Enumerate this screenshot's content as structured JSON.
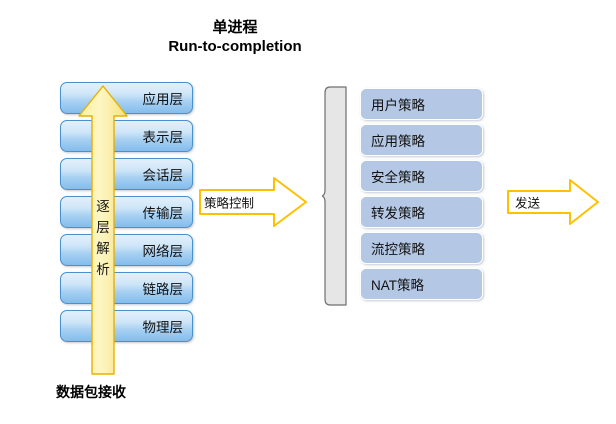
{
  "title": {
    "line1": "单进程",
    "line2": "Run-to-completion"
  },
  "osi_stack": {
    "name": "protocol-layer-stack",
    "layers": [
      {
        "label": "应用层"
      },
      {
        "label": "表示层"
      },
      {
        "label": "会话层"
      },
      {
        "label": "传输层"
      },
      {
        "label": "网络层"
      },
      {
        "label": "链路层"
      },
      {
        "label": "物理层"
      }
    ],
    "box_fill_top": "#e4f0fb",
    "box_fill_bottom": "#83bdec",
    "box_border": "#4a90cf"
  },
  "parse_arrow": {
    "chars": [
      "逐",
      "层",
      "解",
      "析"
    ],
    "text": "逐层解析",
    "fill": "#fdf4ab",
    "border": "#e8b000",
    "direction": "up"
  },
  "bottom_caption": {
    "label": "数据包接收"
  },
  "policy_control_arrow": {
    "label": "策略控制",
    "fill": "#ffffff",
    "border": "#ffc000",
    "direction": "right"
  },
  "brace": {
    "name": "grouping-brace",
    "color": "#d9d9d9",
    "border": "#7f7f7f"
  },
  "policy_stack": {
    "name": "policy-list",
    "items": [
      {
        "label": "用户策略"
      },
      {
        "label": "应用策略"
      },
      {
        "label": "安全策略"
      },
      {
        "label": "转发策略"
      },
      {
        "label": "流控策略"
      },
      {
        "label": "NAT策略"
      }
    ],
    "box_fill": "#b4c7e4",
    "box_border": "#ffffff"
  },
  "send_arrow": {
    "label": "发送",
    "fill": "#ffffff",
    "border": "#ffc000",
    "direction": "right"
  }
}
